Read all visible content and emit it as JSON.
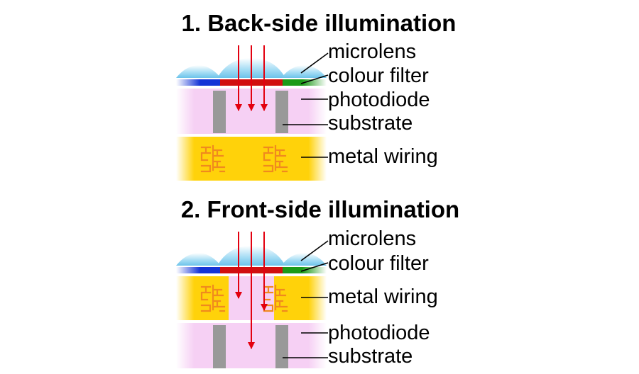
{
  "sections": [
    {
      "title": "1. Back-side illumination",
      "labels": {
        "microlens": "microlens",
        "colour_filter": "colour filter",
        "photodiode": "photodiode",
        "substrate": "substrate",
        "metal_wiring": "metal wiring"
      }
    },
    {
      "title": "2. Front-side illumination",
      "labels": {
        "microlens": "microlens",
        "colour_filter": "colour filter",
        "metal_wiring": "metal wiring",
        "photodiode": "photodiode",
        "substrate": "substrate"
      }
    }
  ],
  "colors": {
    "microlens": "#8fd3f0",
    "filter_blue": "#1433d6",
    "filter_red": "#d10f0f",
    "filter_green": "#1c9a18",
    "photodiode": "#f6d0f4",
    "substrate": "#999999",
    "metal_layer": "#ffd20a",
    "wiring": "#f08a1e",
    "light_ray": "#e3000f"
  }
}
